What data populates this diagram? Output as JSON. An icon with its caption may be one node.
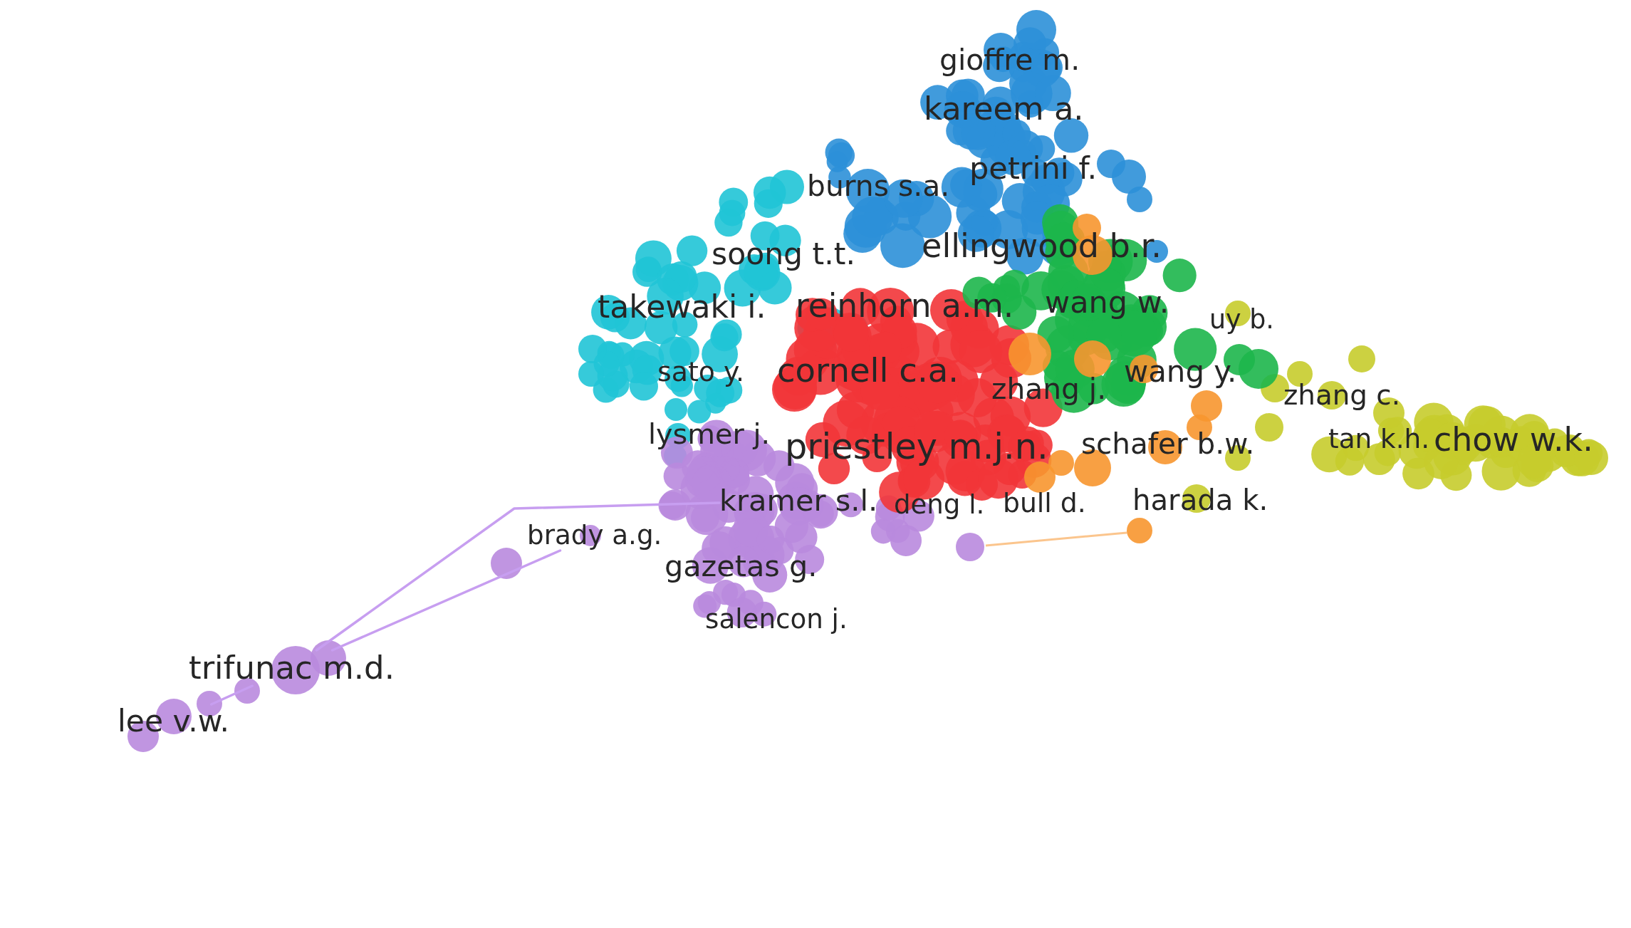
{
  "diagram": {
    "nodes": [
      {
        "text": [
          "gioffre m."
        ]
      },
      {
        "text": [
          "kareem a."
        ]
      },
      {
        "text": [
          "petrini f."
        ]
      },
      {
        "text": [
          "burns s.a."
        ]
      },
      {
        "text": [
          "soong t.t."
        ]
      },
      {
        "text": [
          "ellingwood b.r."
        ]
      },
      {
        "text": [
          "takewaki i."
        ]
      },
      {
        "text": [
          "reinhorn a.m."
        ]
      },
      {
        "text": [
          "wang w."
        ]
      },
      {
        "text": [
          "uy b."
        ]
      },
      {
        "text": [
          "sato y."
        ]
      },
      {
        "text": [
          "cornell c.a."
        ]
      },
      {
        "text": [
          "wang y."
        ]
      },
      {
        "text": [
          "zhang j."
        ]
      },
      {
        "text": [
          "zhang c."
        ]
      },
      {
        "text": [
          "lysmer j."
        ]
      },
      {
        "text": [
          "priestley m.j.n."
        ]
      },
      {
        "text": [
          "schafer b.w."
        ]
      },
      {
        "text": [
          "tan k.h."
        ]
      },
      {
        "text": [
          "chow w.k."
        ]
      },
      {
        "text": [
          "kramer s.l."
        ]
      },
      {
        "text": [
          "deng l."
        ]
      },
      {
        "text": [
          "bull d."
        ]
      },
      {
        "text": [
          "harada k."
        ]
      },
      {
        "text": [
          "brady a.g."
        ]
      },
      {
        "text": [
          "gazetas g."
        ]
      },
      {
        "text": [
          "salencon j."
        ]
      },
      {
        "text": [
          "trifunac m.d."
        ]
      },
      {
        "text": [
          "lee v.w."
        ]
      }
    ],
    "edges": [
      {
        "from": 28,
        "to": 27,
        "arrow": "none"
      },
      {
        "from": 27,
        "to": 24,
        "arrow": "none"
      },
      {
        "from": 27,
        "to": 20,
        "arrow": "none"
      }
    ]
  }
}
